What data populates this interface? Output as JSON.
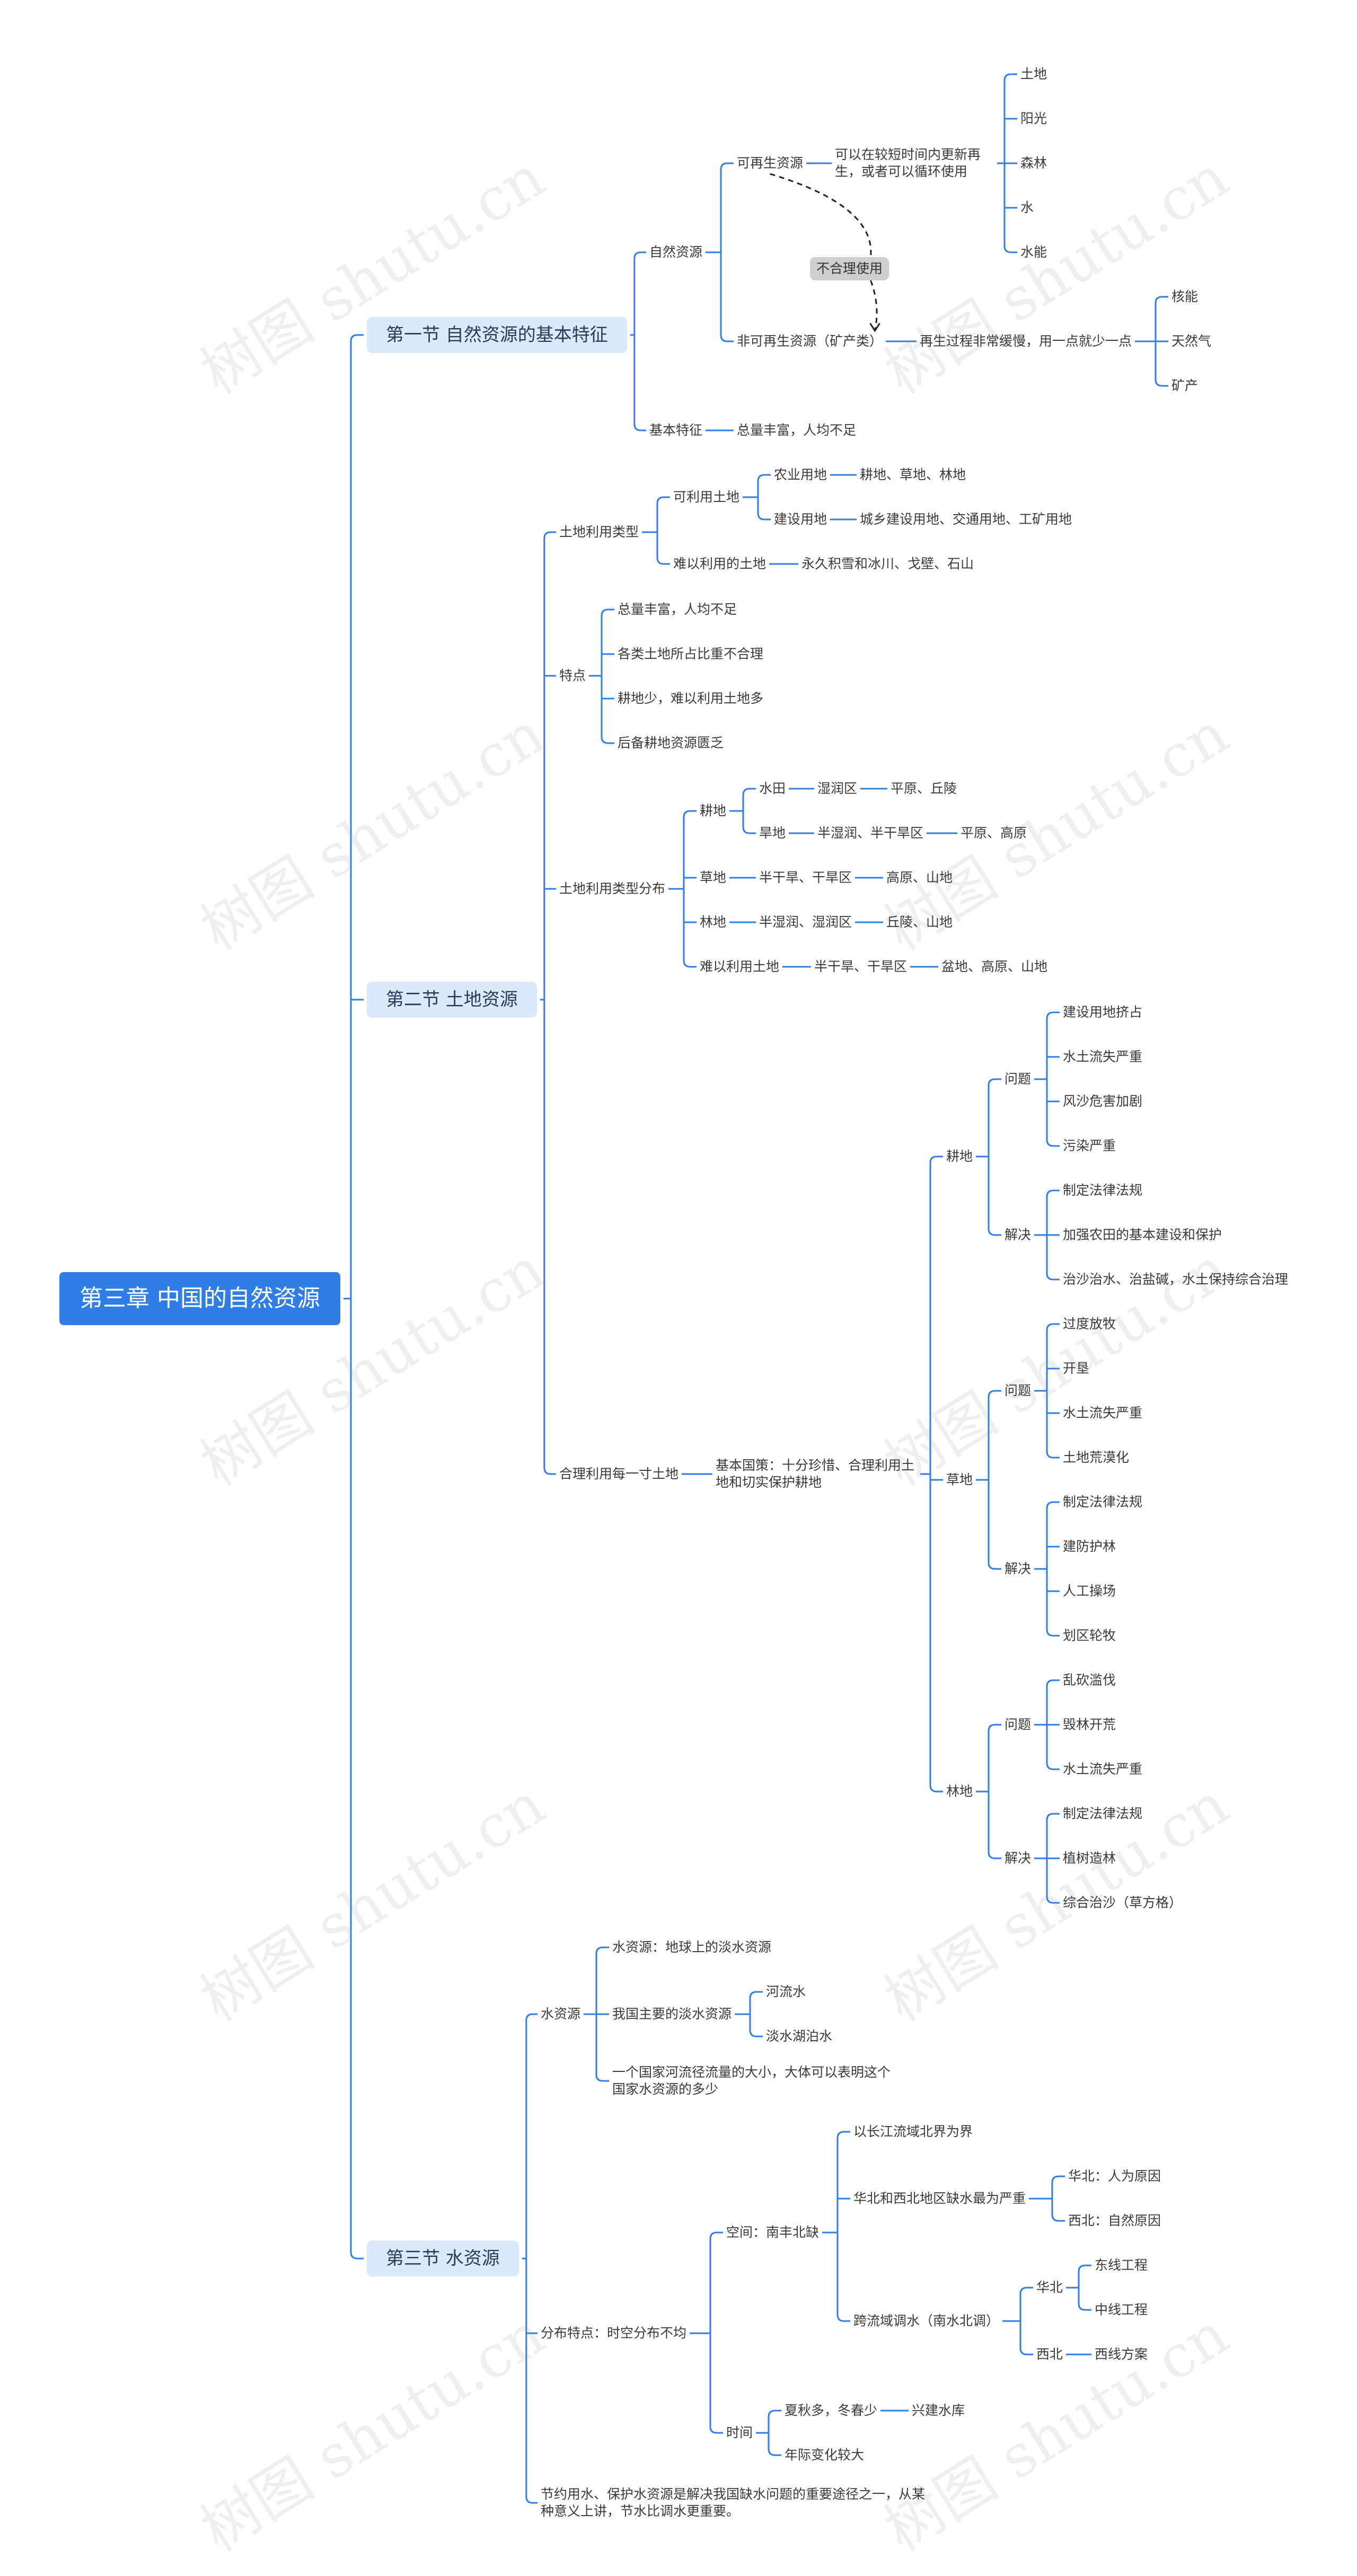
{
  "mindmap": {
    "root": "第三章 中国的自然资源",
    "sections": [
      {
        "title": "第一节 自然资源的基本特征"
      },
      {
        "title": "第二节 土地资源"
      },
      {
        "title": "第三节 水资源"
      }
    ],
    "s1": {
      "natural": "自然资源",
      "renewable": "可再生资源",
      "renewable_desc": "可以在较短时间内更新再生，或者可以循环使用",
      "renewable_items": [
        "土地",
        "阳光",
        "森林",
        "水",
        "水能"
      ],
      "nonrenewable": "非可再生资源（矿产类）",
      "nonrenewable_desc": "再生过程非常缓慢，用一点就少一点",
      "nonrenewable_items": [
        "核能",
        "天然气",
        "矿产"
      ],
      "misuse_label": "不合理使用",
      "basic": "基本特征",
      "basic_desc": "总量丰富，人均不足"
    },
    "s2": {
      "types": "土地利用类型",
      "usable": "可利用土地",
      "agri": "农业用地",
      "agri_desc": "耕地、草地、林地",
      "build": "建设用地",
      "build_desc": "城乡建设用地、交通用地、工矿用地",
      "hard": "难以利用的土地",
      "hard_desc": "永久积雪和冰川、戈壁、石山",
      "features": "特点",
      "feature_items": [
        "总量丰富，人均不足",
        "各类土地所占比重不合理",
        "耕地少，难以利用土地多",
        "后备耕地资源匮乏"
      ],
      "dist": "土地利用类型分布",
      "arable": "耕地",
      "paddy": "水田",
      "paddy_zone": "湿润区",
      "paddy_terrain": "平原、丘陵",
      "dry": "旱地",
      "dry_zone": "半湿润、半干旱区",
      "dry_terrain": "平原、高原",
      "grass": "草地",
      "grass_zone": "半干旱、干旱区",
      "grass_terrain": "高原、山地",
      "forest": "林地",
      "forest_zone": "半湿润、湿润区",
      "forest_terrain": "丘陵、山地",
      "hardland": "难以利用土地",
      "hardland_zone": "半干旱、干旱区",
      "hardland_terrain": "盆地、高原、山地",
      "rational": "合理利用每一寸土地",
      "policy": "基本国策：十分珍惜、合理利用土地和切实保护耕地",
      "problem": "问题",
      "solve": "解决",
      "gd": "耕地",
      "gd_problems": [
        "建设用地挤占",
        "水土流失严重",
        "风沙危害加剧",
        "污染严重"
      ],
      "gd_solutions": [
        "制定法律法规",
        "加强农田的基本建设和保护",
        "治沙治水、治盐碱，水土保持综合治理"
      ],
      "cd": "草地",
      "cd_problems": [
        "过度放牧",
        "开垦",
        "水土流失严重",
        "土地荒漠化"
      ],
      "cd_solutions": [
        "制定法律法规",
        "建防护林",
        "人工操场",
        "划区轮牧"
      ],
      "ld": "林地",
      "ld_problems": [
        "乱砍滥伐",
        "毁林开荒",
        "水土流失严重"
      ],
      "ld_solutions": [
        "制定法律法规",
        "植树造林",
        "综合治沙（草方格）"
      ]
    },
    "s3": {
      "water": "水资源",
      "water_def": "水资源：地球上的淡水资源",
      "main": "我国主要的淡水资源",
      "main_items": [
        "河流水",
        "淡水湖泊水"
      ],
      "flow_note": "一个国家河流径流量的大小，大体可以表明这个国家水资源的多少",
      "dist": "分布特点：时空分布不均",
      "space": "空间：南丰北缺",
      "boundary": "以长江流域北界为界",
      "shortage": "华北和西北地区缺水最为严重",
      "north_cause": "华北：人为原因",
      "west_cause": "西北：自然原因",
      "transfer": "跨流域调水（南水北调）",
      "north": "华北",
      "east_route": "东线工程",
      "mid_route": "中线工程",
      "west": "西北",
      "west_route": "西线方案",
      "time": "时间",
      "season": "夏秋多，冬春少",
      "reservoir": "兴建水库",
      "annual": "年际变化较大",
      "save": "节约用水、保护水资源是解决我国缺水问题的重要途径之一，从某种意义上讲，节水比调水更重要。"
    },
    "watermark": "树图 shutu.cn"
  }
}
